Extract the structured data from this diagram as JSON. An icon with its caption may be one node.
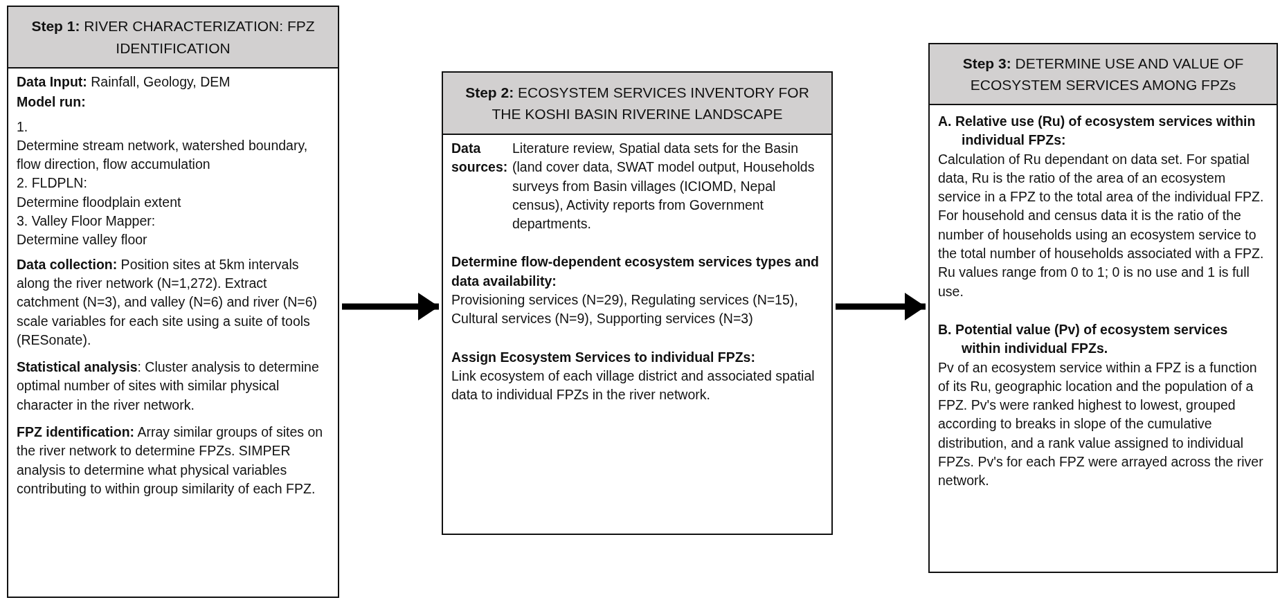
{
  "diagram": {
    "nodes": [
      {
        "text": [
          "**Step 1:** RIVER CHARACTERIZATION: FPZ IDENTIFICATION",
          "**Data Input:** Rainfall, Geology, DEM",
          "Model run:",
          "1.",
          "Determine stream network, watershed boundary, flow direction, flow accumulation",
          "2. FLDPLN:",
          "Determine floodplain extent",
          "3. Valley Floor Mapper:",
          "Determine valley floor",
          "**Data collection:** Position sites at 5km intervals along the river network (N=1,272). Extract catchment (N=3), and valley (N=6) and river (N=6) scale variables for each site using a suite of tools (RESonate).",
          "**Statistical analysis**: Cluster analysis to determine optimal number of sites with similar physical character in the river network.",
          "**FPZ identification:** Array similar groups of sites on the river network to determine FPZs. SIMPER analysis to determine what physical variables contributing to within group similarity of each FPZ."
        ]
      },
      {
        "text": [
          "**Step 2:** ECOSYSTEM SERVICES INVENTORY FOR THE KOSHI BASIN RIVERINE LANDSCAPE",
          "Data sources:",
          "Literature review, Spatial data sets for the Basin (land cover data, SWAT model output, Households surveys from Basin villages (ICIOMD, Nepal census), Activity reports from Government departments.",
          "Determine flow-dependent ecosystem services types and data availability:",
          "Provisioning services (N=29), Regulating services (N=15), Cultural services (N=9), Supporting services (N=3)",
          "Assign Ecosystem Services to individual FPZs:",
          "Link ecosystem of each village district and associated spatial data to individual FPZs in the river network."
        ]
      },
      {
        "text": [
          "**Step 3:** DETERMINE USE AND VALUE OF ECOSYSTEM SERVICES AMONG FPZs",
          "A. Relative use (Ru) of ecosystem services within individual FPZs:",
          "Calculation of Ru dependant on data set. For spatial data, Ru is the ratio of the area of an ecosystem service in a FPZ to the total area of the individual FPZ. For household and census data it is the ratio of the number of households using an ecosystem service to the total number of households associated with a FPZ. Ru values range from 0 to 1; 0 is no use and 1 is full use.",
          "B. Potential value (Pv) of ecosystem services within individual FPZs.",
          "Pv of an ecosystem service within a FPZ is a function of its Ru, geographic location and the population of a FPZ. Pv's were ranked highest to lowest, grouped according to breaks in slope of the cumulative distribution, and a rank value assigned to individual FPZs. Pv's for each FPZ were arrayed across the river network."
        ]
      }
    ],
    "edges": [
      {
        "from": 0,
        "to": 1,
        "arrow": "to"
      },
      {
        "from": 1,
        "to": 2,
        "arrow": "to"
      }
    ]
  }
}
